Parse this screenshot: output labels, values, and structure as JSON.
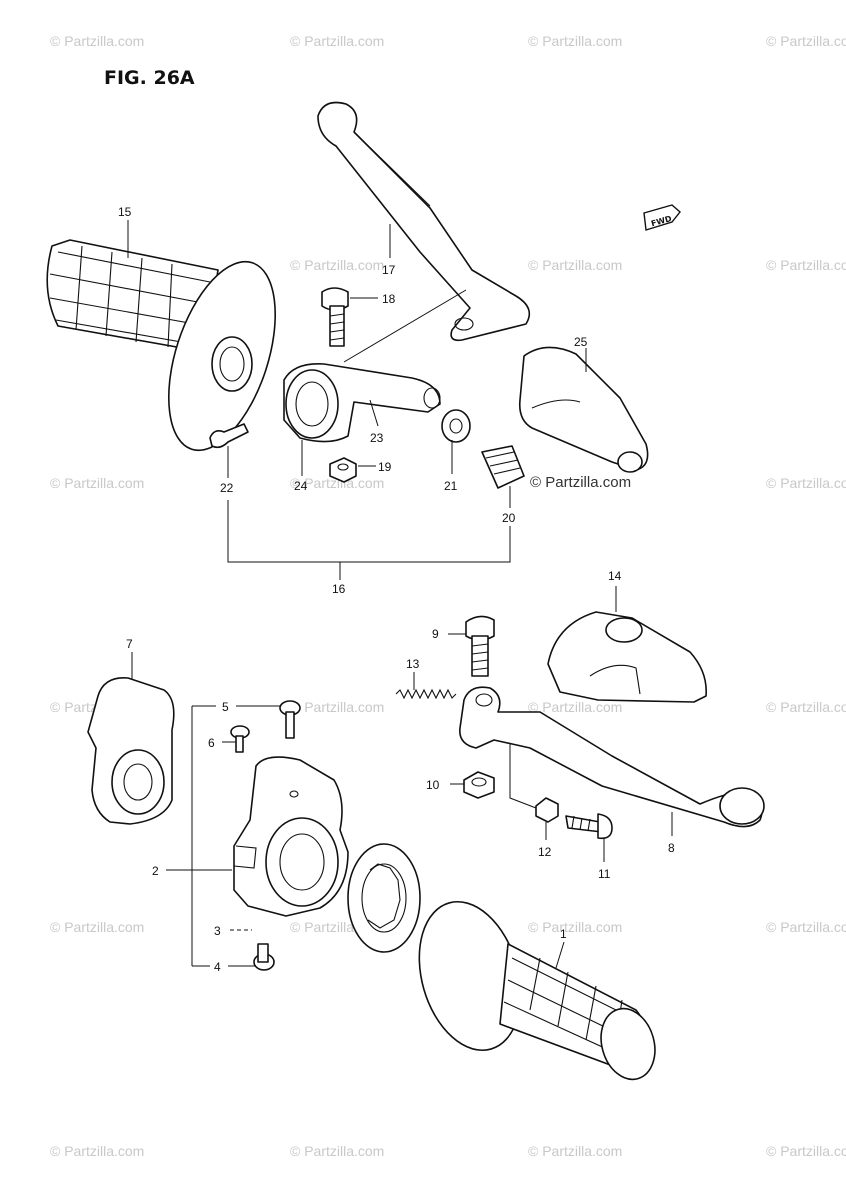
{
  "figure": {
    "title": "FIG. 26A"
  },
  "watermark": {
    "text": "© Partzilla.com",
    "highlighted_text": "© Partzilla.com"
  },
  "direction_badge": {
    "text": "FWD"
  },
  "callouts": {
    "c1": "1",
    "c2": "2",
    "c3": "3",
    "c4": "4",
    "c5": "5",
    "c6": "6",
    "c7": "7",
    "c8": "8",
    "c9": "9",
    "c10": "10",
    "c11": "11",
    "c12": "12",
    "c13": "13",
    "c14": "14",
    "c15": "15",
    "c16": "16",
    "c17": "17",
    "c18": "18",
    "c19": "19",
    "c20": "20",
    "c21": "21",
    "c22": "22",
    "c23": "23",
    "c24": "24",
    "c25": "25"
  },
  "colors": {
    "line": "#111111",
    "watermark": "#c8c8c8",
    "background": "#ffffff"
  }
}
